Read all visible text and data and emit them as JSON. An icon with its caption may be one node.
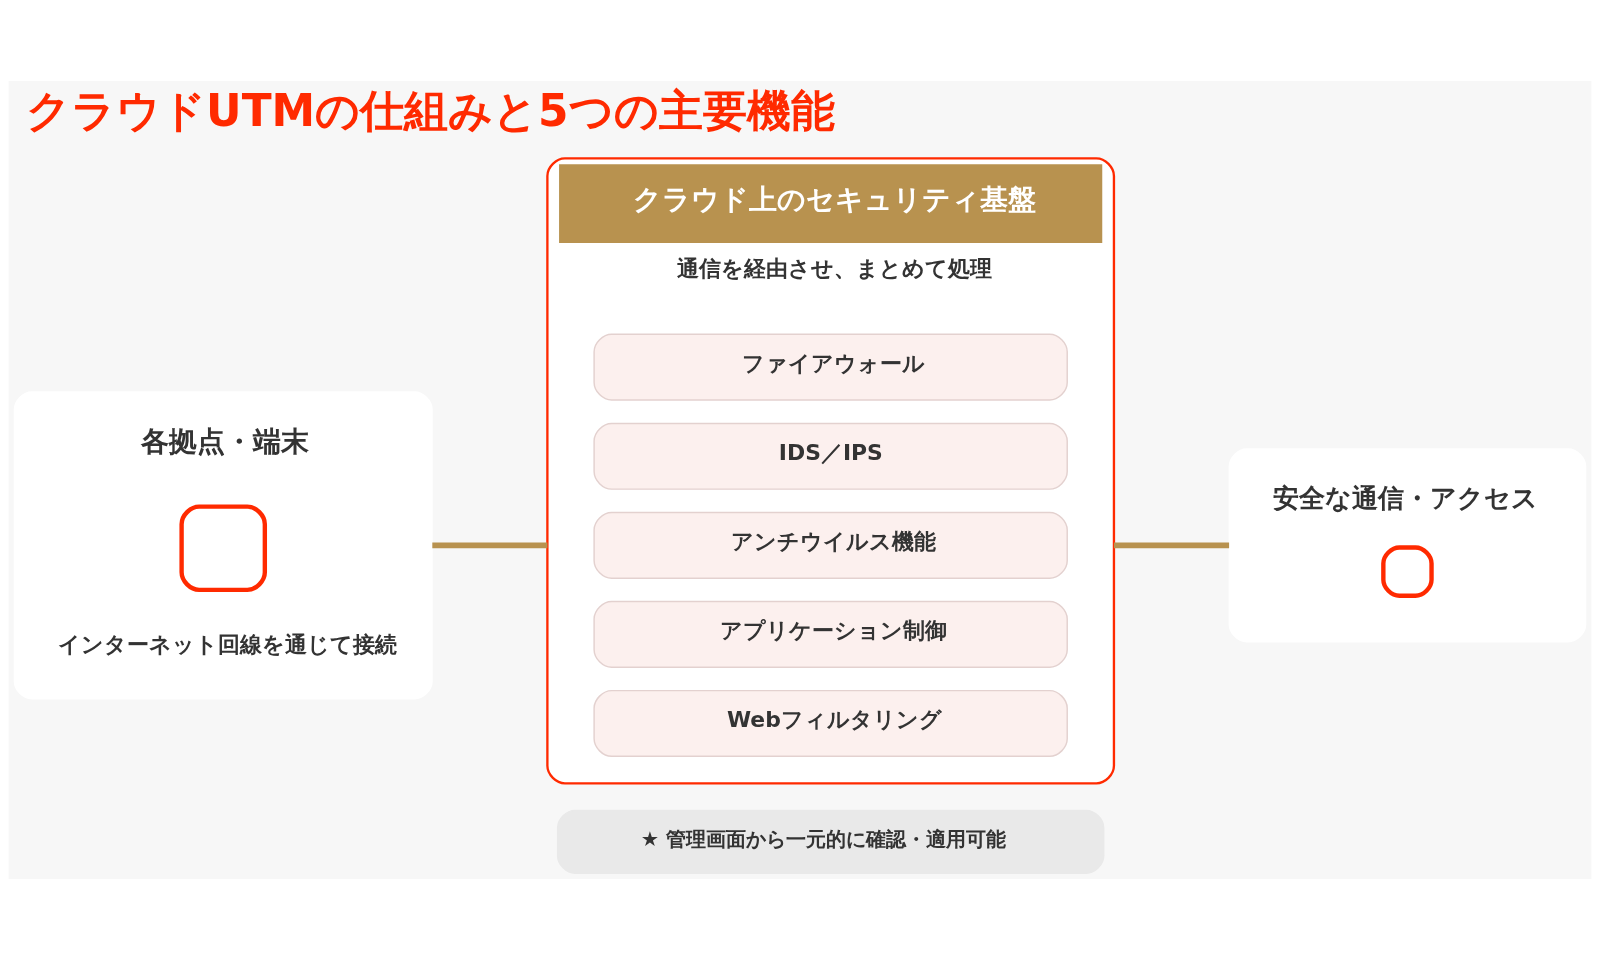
{
  "diagram": {
    "title": "クラウドUTMの仕組みと5つの主要機能",
    "nodes": [
      {
        "text": [
          "各拠点・端末",
          "インターネット回線を通じて接続"
        ]
      },
      {
        "text": [
          "クラウド上のセキュリティ基盤",
          "通信を経由させ、まとめて処理"
        ]
      },
      {
        "text": [
          "ファイアウォール"
        ],
        "in": 1
      },
      {
        "text": [
          "IDS／IPS"
        ],
        "in": 1
      },
      {
        "text": [
          "アンチウイルス機能"
        ],
        "in": 1
      },
      {
        "text": [
          "アプリケーション制御"
        ],
        "in": 1
      },
      {
        "text": [
          "Webフィルタリング"
        ],
        "in": 1
      },
      {
        "text": [
          "安全な通信・アクセス"
        ]
      },
      {
        "text": [
          "★ 管理画面から一元的に確認・適用可能"
        ]
      }
    ],
    "edges": [
      {
        "from": 0,
        "to": 1,
        "arrow": "none"
      },
      {
        "from": 1,
        "to": 7,
        "arrow": "none"
      }
    ]
  }
}
